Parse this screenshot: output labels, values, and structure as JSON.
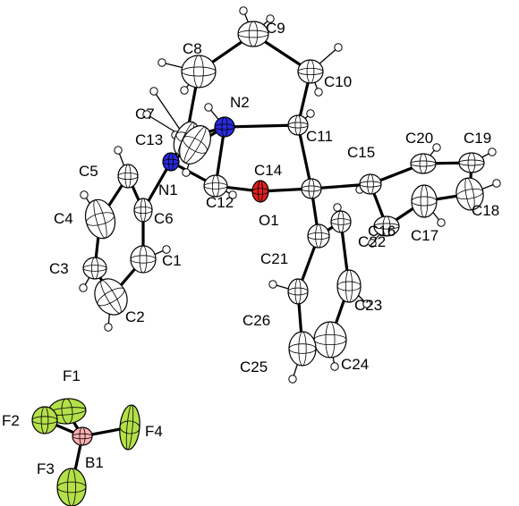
{
  "figure": {
    "atoms": [
      {
        "id": "C1",
        "label": "C1",
        "element": "C"
      },
      {
        "id": "C2",
        "label": "C2",
        "element": "C"
      },
      {
        "id": "C3",
        "label": "C3",
        "element": "C"
      },
      {
        "id": "C4",
        "label": "C4",
        "element": "C"
      },
      {
        "id": "C5",
        "label": "C5",
        "element": "C"
      },
      {
        "id": "C6",
        "label": "C6",
        "element": "C"
      },
      {
        "id": "C7",
        "label": "C7",
        "element": "C"
      },
      {
        "id": "C8",
        "label": "C8",
        "element": "C"
      },
      {
        "id": "C9",
        "label": "C9",
        "element": "C"
      },
      {
        "id": "C10",
        "label": "C10",
        "element": "C"
      },
      {
        "id": "C11",
        "label": "C11",
        "element": "C"
      },
      {
        "id": "C12",
        "label": "C12",
        "element": "C"
      },
      {
        "id": "C13",
        "label": "C13",
        "element": "C"
      },
      {
        "id": "C14",
        "label": "C14",
        "element": "C"
      },
      {
        "id": "C15",
        "label": "C15",
        "element": "C"
      },
      {
        "id": "C16",
        "label": "C16",
        "element": "C"
      },
      {
        "id": "C17",
        "label": "C17",
        "element": "C"
      },
      {
        "id": "C18",
        "label": "C18",
        "element": "C"
      },
      {
        "id": "C19",
        "label": "C19",
        "element": "C"
      },
      {
        "id": "C20",
        "label": "C20",
        "element": "C"
      },
      {
        "id": "C21",
        "label": "C21",
        "element": "C"
      },
      {
        "id": "C22",
        "label": "C22",
        "element": "C"
      },
      {
        "id": "C23",
        "label": "C23",
        "element": "C"
      },
      {
        "id": "C24",
        "label": "C24",
        "element": "C"
      },
      {
        "id": "C25",
        "label": "C25",
        "element": "C"
      },
      {
        "id": "C26",
        "label": "C26",
        "element": "C"
      },
      {
        "id": "N1",
        "label": "N1",
        "element": "N"
      },
      {
        "id": "N2",
        "label": "N2",
        "element": "N"
      },
      {
        "id": "O1",
        "label": "O1",
        "element": "O"
      },
      {
        "id": "B1",
        "label": "B1",
        "element": "B"
      },
      {
        "id": "F1",
        "label": "F1",
        "element": "F"
      },
      {
        "id": "F2",
        "label": "F2",
        "element": "F"
      },
      {
        "id": "F3",
        "label": "F3",
        "element": "F"
      },
      {
        "id": "F4",
        "label": "F4",
        "element": "F"
      }
    ],
    "element_colors": {
      "C": "#ffffff",
      "N": "#2a2ae0",
      "O": "#e02020",
      "B": "#ffb0b0",
      "F": "#b4e04a"
    }
  }
}
